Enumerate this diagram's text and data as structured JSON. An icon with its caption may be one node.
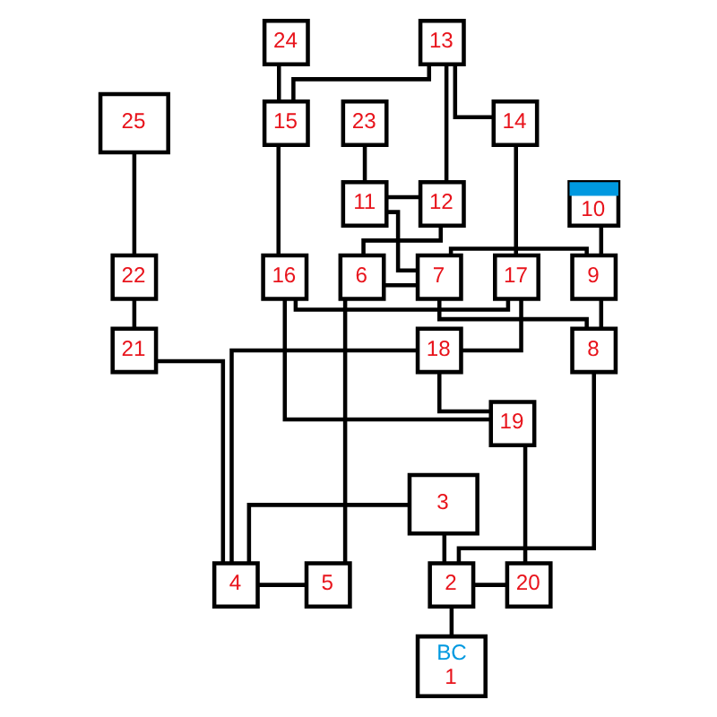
{
  "diagram": {
    "nodes": [
      {
        "text": [
          "24"
        ]
      },
      {
        "text": [
          "13"
        ]
      },
      {
        "text": [
          "23"
        ]
      },
      {
        "text": [
          "14"
        ]
      },
      {
        "text": [
          "15"
        ]
      },
      {
        "text": [
          "25"
        ]
      },
      {
        "text": [
          "12"
        ]
      },
      {
        "text": [
          "11"
        ]
      },
      {
        "text": [
          "10"
        ]
      },
      {
        "text": [
          "16"
        ]
      },
      {
        "text": [
          "17"
        ]
      },
      {
        "text": [
          "22"
        ]
      },
      {
        "text": [
          "6"
        ]
      },
      {
        "text": [
          "7"
        ]
      },
      {
        "text": [
          "9"
        ]
      },
      {
        "text": [
          "21"
        ]
      },
      {
        "text": [
          "18"
        ]
      },
      {
        "text": [
          "8"
        ]
      },
      {
        "text": [
          "4"
        ]
      },
      {
        "text": [
          "5"
        ]
      },
      {
        "text": [
          "19"
        ]
      },
      {
        "text": [
          "3"
        ]
      },
      {
        "text": [
          "20"
        ]
      },
      {
        "text": [
          "2"
        ]
      },
      {
        "text": [
          "BC",
          "1"
        ]
      }
    ],
    "edges": [
      {
        "from": 24,
        "to": 23,
        "arrow": "none"
      },
      {
        "from": 23,
        "to": 21,
        "arrow": "none"
      },
      {
        "from": 23,
        "to": 22,
        "arrow": "none"
      },
      {
        "from": 23,
        "to": 17,
        "arrow": "none"
      },
      {
        "from": 21,
        "to": 18,
        "arrow": "none"
      },
      {
        "from": 18,
        "to": 15,
        "arrow": "none"
      },
      {
        "from": 18,
        "to": 19,
        "arrow": "none"
      },
      {
        "from": 18,
        "to": 16,
        "arrow": "none"
      },
      {
        "from": 19,
        "to": 12,
        "arrow": "none"
      },
      {
        "from": 12,
        "to": 6,
        "arrow": "none"
      },
      {
        "from": 12,
        "to": 13,
        "arrow": "none"
      },
      {
        "from": 13,
        "to": 7,
        "arrow": "none"
      },
      {
        "from": 13,
        "to": 14,
        "arrow": "none"
      },
      {
        "from": 13,
        "to": 17,
        "arrow": "none"
      },
      {
        "from": 17,
        "to": 14,
        "arrow": "none"
      },
      {
        "from": 14,
        "to": 8,
        "arrow": "none"
      },
      {
        "from": 7,
        "to": 2,
        "arrow": "none"
      },
      {
        "from": 7,
        "to": 6,
        "arrow": "none"
      },
      {
        "from": 6,
        "to": 1,
        "arrow": "none"
      },
      {
        "from": 1,
        "to": 3,
        "arrow": "none"
      },
      {
        "from": 1,
        "to": 4,
        "arrow": "none"
      },
      {
        "from": 4,
        "to": 0,
        "arrow": "none"
      },
      {
        "from": 4,
        "to": 9,
        "arrow": "none"
      },
      {
        "from": 9,
        "to": 10,
        "arrow": "none"
      },
      {
        "from": 9,
        "to": 20,
        "arrow": "none"
      },
      {
        "from": 10,
        "to": 3,
        "arrow": "none"
      },
      {
        "from": 10,
        "to": 16,
        "arrow": "none"
      },
      {
        "from": 16,
        "to": 20,
        "arrow": "none"
      },
      {
        "from": 20,
        "to": 22,
        "arrow": "none"
      },
      {
        "from": 15,
        "to": 11,
        "arrow": "none"
      },
      {
        "from": 11,
        "to": 5,
        "arrow": "none"
      }
    ]
  }
}
